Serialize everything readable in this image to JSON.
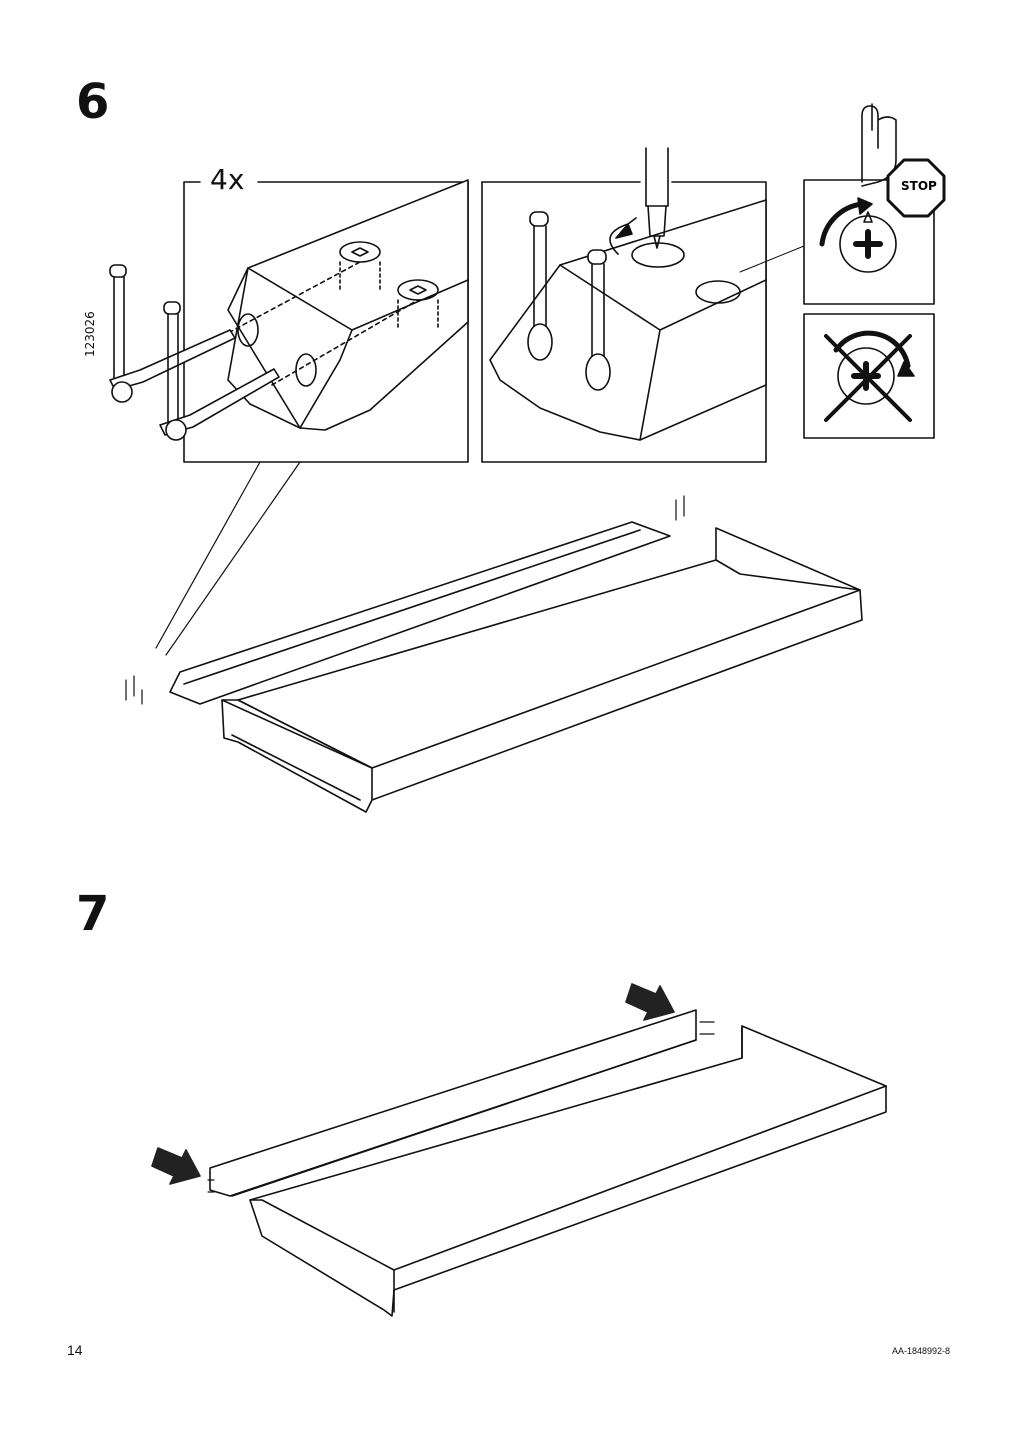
{
  "steps": [
    {
      "number": "6",
      "quantity": "4x",
      "part_number": "123026",
      "warning": "STOP"
    },
    {
      "number": "7"
    }
  ],
  "footer": {
    "page": "14",
    "doc_id": "AA-1848992-8"
  },
  "icons": [
    "cam-lock-icon",
    "dowel-screw-icon",
    "screwdriver-icon",
    "stop-sign-icon",
    "hand-icon",
    "rotate-arrow-icon",
    "no-overtighten-icon",
    "push-arrow-icon"
  ],
  "colors": {
    "ink": "#111111",
    "background": "#ffffff",
    "shade": "#cfcfcf"
  }
}
